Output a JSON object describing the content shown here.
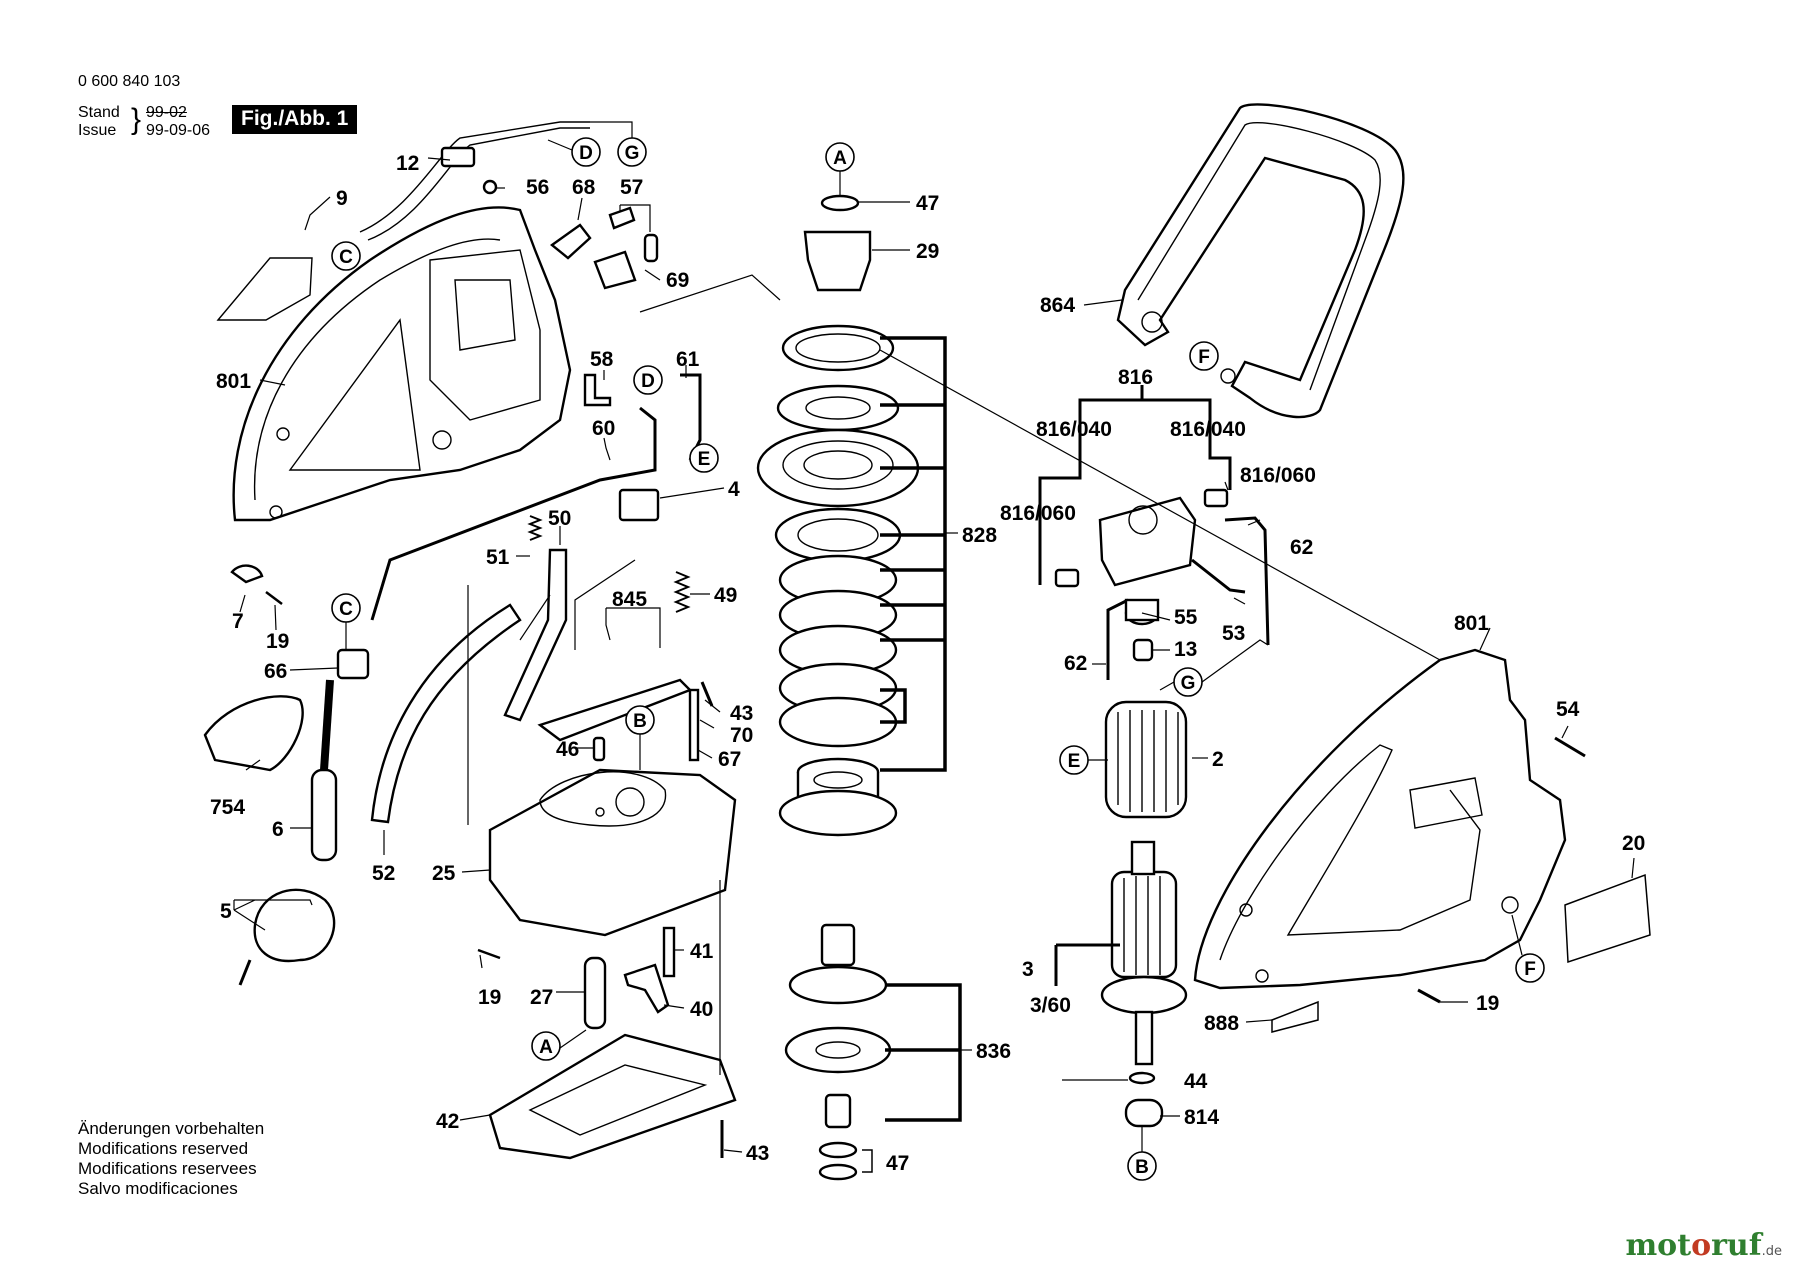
{
  "header": {
    "part_number": "0 600 840 103",
    "stand_label": "Stand",
    "issue_label": "Issue",
    "stand_date": "99-02",
    "issue_date": "99-09-06",
    "figure_badge": "Fig./Abb. 1"
  },
  "footer": {
    "lines": [
      "Änderungen vorbehalten",
      "Modifications reserved",
      "Modifications reservees",
      "Salvo modificaciones"
    ]
  },
  "watermark": {
    "part_a": "mot",
    "part_b": "o",
    "part_c": "ruf",
    "part_d": ".de"
  },
  "part_labels": {
    "p12": "12",
    "p9": "9",
    "p56": "56",
    "p68": "68",
    "p57": "57",
    "p69": "69",
    "p801a": "801",
    "p58": "58",
    "p61": "61",
    "p60": "60",
    "p4": "4",
    "p50": "50",
    "p51": "51",
    "p7": "7",
    "p19a": "19",
    "p66": "66",
    "p754": "754",
    "p6": "6",
    "p5": "5",
    "p52": "52",
    "p845": "845",
    "p49": "49",
    "p43a": "43",
    "p70": "70",
    "p46": "46",
    "p67": "67",
    "p25": "25",
    "p41": "41",
    "p19b": "19",
    "p27": "27",
    "p40": "40",
    "p42": "42",
    "p43b": "43",
    "p47a": "47",
    "p29": "29",
    "p828": "828",
    "p836": "836",
    "p47b": "47",
    "p864": "864",
    "p816": "816",
    "p816_040a": "816/040",
    "p816_040b": "816/040",
    "p816_060a": "816/060",
    "p816_060b": "816/060",
    "p62a": "62",
    "p55": "55",
    "p53": "53",
    "p13": "13",
    "p62b": "62",
    "p2": "2",
    "p3": "3",
    "p3_60": "3/60",
    "p44": "44",
    "p814": "814",
    "p801b": "801",
    "p54": "54",
    "p20": "20",
    "p19c": "19",
    "p888": "888"
  },
  "reference_markers": {
    "D1": "D",
    "G1": "G",
    "C1": "C",
    "D2": "D",
    "E1": "E",
    "C2": "C",
    "B1": "B",
    "A1": "A",
    "A2": "A",
    "F1": "F",
    "G2": "G",
    "E2": "E",
    "B2": "B",
    "F2": "F"
  }
}
